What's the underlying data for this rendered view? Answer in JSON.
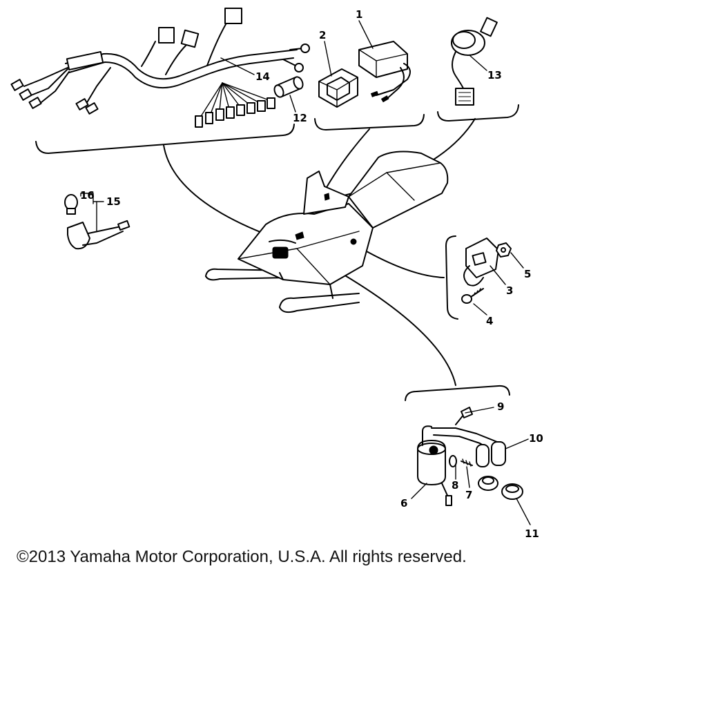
{
  "callouts": {
    "c1": "1",
    "c2": "2",
    "c3": "3",
    "c4": "4",
    "c5": "5",
    "c6": "6",
    "c7": "7",
    "c8": "8",
    "c9": "9",
    "c10": "10",
    "c11": "11",
    "c12": "12",
    "c13": "13",
    "c14": "14",
    "c15": "15",
    "c16": "16"
  },
  "copyright": "©2013 Yamaha Motor Corporation, U.S.A. All rights reserved."
}
